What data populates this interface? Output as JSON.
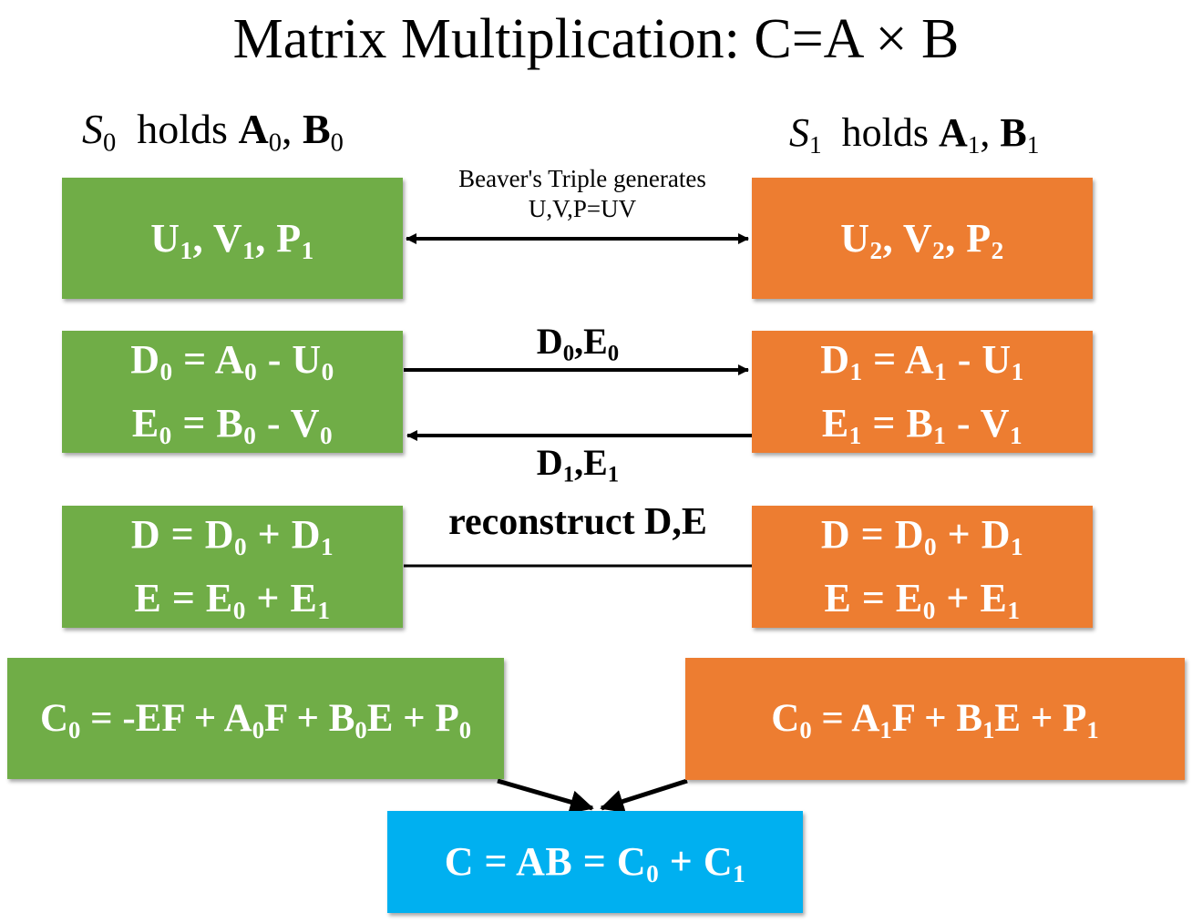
{
  "title": "Matrix Multiplication: C=A × B",
  "s0": {
    "party": "S",
    "party_sub": "0",
    "holds": "holds",
    "mat_a": "A",
    "mat_a_sub": "0",
    "comma": ",",
    "mat_b": "B",
    "mat_b_sub": "0"
  },
  "s1": {
    "party": "S",
    "party_sub": "1",
    "holds": "holds",
    "mat_a": "A",
    "mat_a_sub": "1",
    "comma": ",",
    "mat_b": "B",
    "mat_b_sub": "1"
  },
  "beaver": {
    "line1": "Beaver's Triple generates",
    "line2": "U,V,P=UV"
  },
  "left_triple": [
    "U",
    "1",
    ",",
    "V",
    "1",
    ",",
    "P",
    "1"
  ],
  "right_triple": [
    "U",
    "2",
    ",",
    "V",
    "2",
    ",",
    "P",
    "2"
  ],
  "left_de": {
    "d": [
      "D",
      "0",
      " = ",
      "A",
      "0",
      " - ",
      "U",
      "0"
    ],
    "e": [
      "E",
      "0",
      " = ",
      "B",
      "0",
      " - ",
      "V",
      "0"
    ]
  },
  "right_de": {
    "d": [
      "D",
      "1",
      " = ",
      "A",
      "1",
      " - ",
      "U",
      "1"
    ],
    "e": [
      "E",
      "1",
      " = ",
      "B",
      "1",
      " - ",
      "V",
      "1"
    ]
  },
  "send_0": [
    "D",
    "0",
    ",",
    "E",
    "0"
  ],
  "send_1": [
    "D",
    "1",
    ",",
    "E",
    "1"
  ],
  "reconstruct": "reconstruct D,E",
  "left_recon": {
    "d": [
      "D = ",
      "D",
      "0",
      " + ",
      "D",
      "1"
    ],
    "e": [
      "E = ",
      "E",
      "0",
      " + ",
      "E",
      "1"
    ]
  },
  "right_recon": {
    "d": [
      "D = ",
      "D",
      "0",
      " + ",
      "D",
      "1"
    ],
    "e": [
      "E = ",
      "E",
      "0",
      " + ",
      "E",
      "1"
    ]
  },
  "left_c": [
    "C",
    "0",
    " = -EF + ",
    "A",
    "0",
    "F + ",
    "B",
    "0",
    "E + ",
    "P",
    "0"
  ],
  "right_c": [
    "C",
    "0",
    " = ",
    "A",
    "1",
    "F + ",
    "B",
    "1",
    "E + ",
    "P",
    "1"
  ],
  "result": [
    "C = AB = ",
    "C",
    "0",
    " + ",
    "C",
    "1"
  ],
  "colors": {
    "green": "#70ad47",
    "orange": "#ed7d31",
    "blue": "#00b0f0",
    "text": "#ffffff",
    "arrow": "#000000"
  }
}
